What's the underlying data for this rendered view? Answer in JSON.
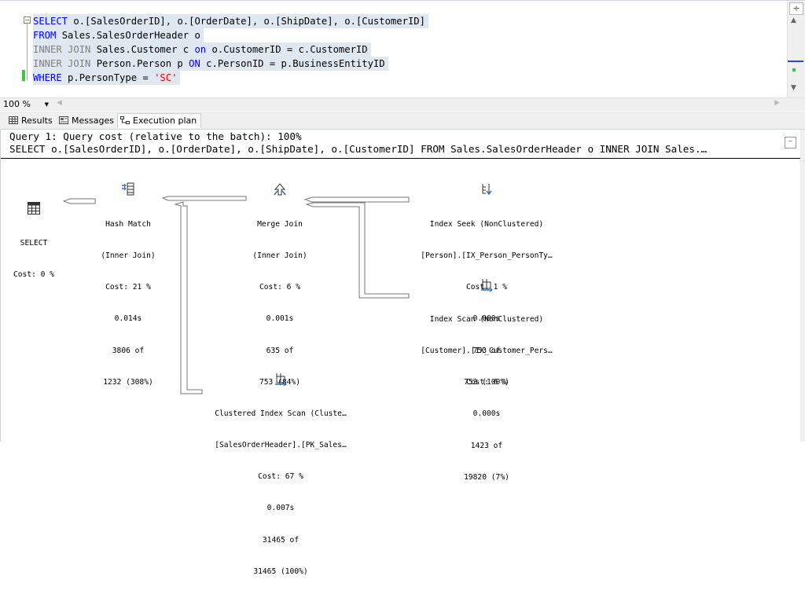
{
  "editor": {
    "lines": [
      {
        "parts": [
          {
            "t": "SELECT",
            "c": "kw"
          },
          {
            "t": " o.[SalesOrderID], o.[OrderDate], o.[ShipDate], o.[CustomerID]",
            "c": ""
          }
        ]
      },
      {
        "parts": [
          {
            "t": "FROM",
            "c": "kw"
          },
          {
            "t": " Sales.SalesOrderHeader o",
            "c": ""
          }
        ]
      },
      {
        "parts": [
          {
            "t": "INNER JOIN",
            "c": "gr"
          },
          {
            "t": " Sales.Customer c ",
            "c": ""
          },
          {
            "t": "on",
            "c": "kw"
          },
          {
            "t": " o.CustomerID = c.CustomerID",
            "c": ""
          }
        ]
      },
      {
        "parts": [
          {
            "t": "INNER JOIN",
            "c": "gr"
          },
          {
            "t": " Person.Person p ",
            "c": ""
          },
          {
            "t": "ON",
            "c": "kw"
          },
          {
            "t": " c.PersonID = p.BusinessEntityID",
            "c": ""
          }
        ]
      },
      {
        "parts": [
          {
            "t": "WHERE",
            "c": "kw"
          },
          {
            "t": " p.PersonType = ",
            "c": ""
          },
          {
            "t": "'SC'",
            "c": "str"
          }
        ]
      }
    ]
  },
  "zoom": {
    "value": "100 %"
  },
  "tabs": [
    {
      "label": "Results",
      "icon": "grid-icon",
      "active": false
    },
    {
      "label": "Messages",
      "icon": "messages-icon",
      "active": false
    },
    {
      "label": "Execution plan",
      "icon": "execution-plan-icon",
      "active": true
    }
  ],
  "plan": {
    "header_line1": "Query 1: Query cost (relative to the batch): 100%",
    "header_line2": "SELECT o.[SalesOrderID], o.[OrderDate], o.[ShipDate], o.[CustomerID] FROM Sales.SalesOrderHeader o INNER JOIN Sales.…",
    "operators": {
      "select": {
        "icon": "select-icon",
        "lines": [
          "SELECT",
          "Cost: 0 %"
        ]
      },
      "hash_match": {
        "icon": "hash-match-icon",
        "lines": [
          "Hash Match",
          "(Inner Join)",
          "Cost: 21 %",
          "0.014s",
          "3806 of",
          "1232 (308%)"
        ]
      },
      "merge_join": {
        "icon": "merge-join-icon",
        "lines": [
          "Merge Join",
          "(Inner Join)",
          "Cost: 6 %",
          "0.001s",
          "635 of",
          "753 (84%)"
        ]
      },
      "index_seek": {
        "icon": "index-seek-icon",
        "lines": [
          "Index Seek (NonClustered)",
          "[Person].[IX_Person_PersonTy…",
          "Cost: 1 %",
          "0.000s",
          "753 of",
          "753 (100%)"
        ]
      },
      "index_scan": {
        "icon": "index-scan-icon",
        "lines": [
          "Index Scan (NonClustered)",
          "[Customer].[IX_Customer_Pers…",
          "Cost: 6 %",
          "0.000s",
          "1423 of",
          "19820 (7%)"
        ]
      },
      "clustered_scan": {
        "icon": "clustered-index-scan-icon",
        "lines": [
          "Clustered Index Scan (Cluste…",
          "[SalesOrderHeader].[PK_Sales…",
          "Cost: 67 %",
          "0.007s",
          "31465 of",
          "31465 (100%)"
        ]
      }
    }
  }
}
